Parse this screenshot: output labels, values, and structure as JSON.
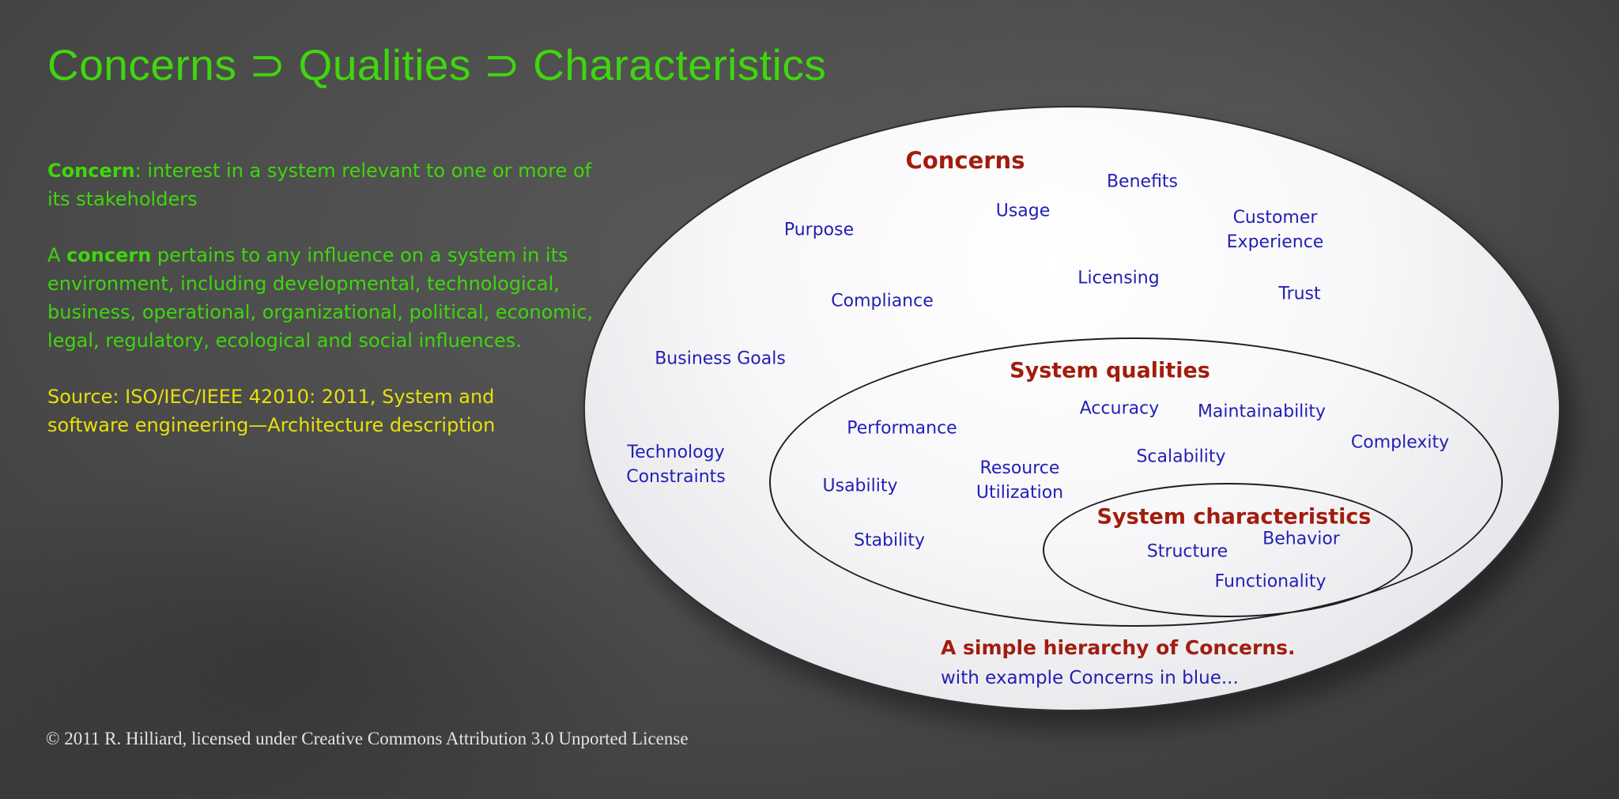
{
  "title": "Concerns ⊃ Qualities ⊃ Characteristics",
  "left_panel": {
    "definition_term": "Concern",
    "definition_rest": ": interest in a system relevant to one or more of its stakeholders",
    "paragraph_prefix": "A ",
    "paragraph_term": "concern",
    "paragraph_rest": " pertains to any influence on a system in its environment, including developmental, technological, business, operational, organizational, political, economic, legal, regulatory, ecological and social influences.",
    "source": "Source: ISO/IEC/IEEE 42010: 2011, System and software engineering—Architecture description"
  },
  "diagram": {
    "outer": {
      "title": "Concerns",
      "labels": {
        "purpose": "Purpose",
        "usage": "Usage",
        "benefits": "Benefits",
        "customer_experience": "Customer Experience",
        "licensing": "Licensing",
        "trust": "Trust",
        "compliance": "Compliance",
        "business_goals": "Business Goals",
        "technology_constraints": "Technology Constraints"
      }
    },
    "qualities": {
      "title": "System qualities",
      "labels": {
        "performance": "Performance",
        "accuracy": "Accuracy",
        "maintainability": "Maintainability",
        "complexity": "Complexity",
        "scalability": "Scalability",
        "resource_utilization": "Resource Utilization",
        "usability": "Usability",
        "stability": "Stability"
      }
    },
    "characteristics": {
      "title": "System characteristics",
      "labels": {
        "structure": "Structure",
        "behavior": "Behavior",
        "functionality": "Functionality"
      }
    },
    "caption_line1": "A simple hierarchy of Concerns.",
    "caption_line2": "with example Concerns in blue..."
  },
  "footer": {
    "copyright": "© 2011 R. Hilliard, licensed under Creative Commons Attribution 3.0 Unported License"
  },
  "colors": {
    "title_green": "#3fd60e",
    "source_yellow": "#e6e00a",
    "label_blue": "#2320b4",
    "heading_red": "#a11d0d",
    "background_gray": "#4b4b4b",
    "ellipse_fill": "#f4f4f6"
  }
}
